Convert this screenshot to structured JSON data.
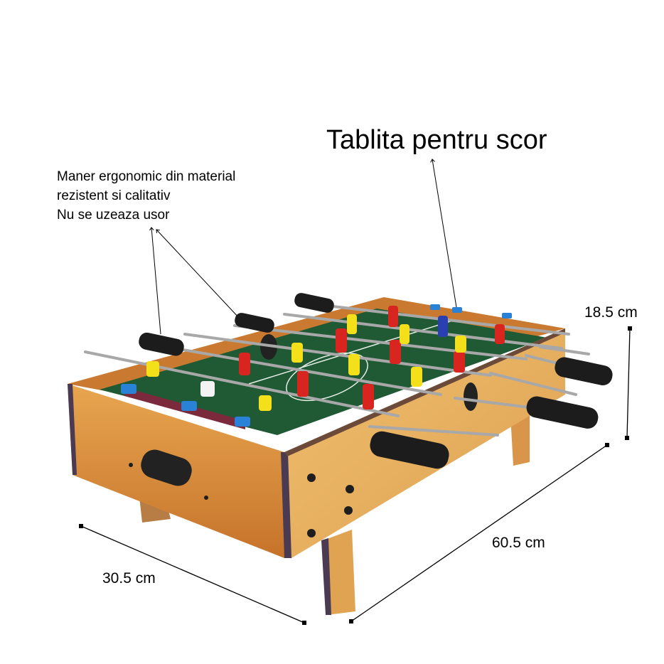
{
  "callouts": {
    "score_board": "Tablita pentru scor",
    "handle_lines": [
      "Maner ergonomic din material",
      "rezistent si calitativ",
      "Nu se uzeaza usor"
    ]
  },
  "dimensions": {
    "height": "18.5 cm",
    "length": "60.5 cm",
    "width": "30.5 cm"
  },
  "colors": {
    "wood": "#d9913c",
    "wood_light": "#e8b25e",
    "wood_dark": "#b86a22",
    "edge": "#4a3a52",
    "field": "#1f5a35",
    "red_team": "#d8251f",
    "yellow_team": "#f4e01a",
    "handle": "#1c1c1c",
    "score_blue": "#2a82d6",
    "score_bar": "#7a2a3a"
  }
}
